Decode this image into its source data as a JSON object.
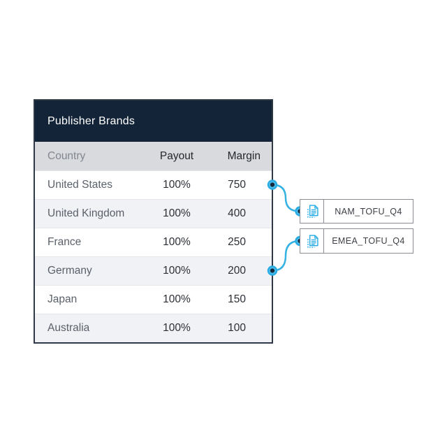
{
  "table": {
    "title": "Publisher Brands",
    "columns": [
      "Country",
      "Payout",
      "Margin"
    ],
    "rows": [
      {
        "country": "United States",
        "payout": "100%",
        "margin": "750"
      },
      {
        "country": "United Kingdom",
        "payout": "100%",
        "margin": "400"
      },
      {
        "country": "France",
        "payout": "100%",
        "margin": "250"
      },
      {
        "country": "Germany",
        "payout": "100%",
        "margin": "200"
      },
      {
        "country": "Japan",
        "payout": "100%",
        "margin": "150"
      },
      {
        "country": "Australia",
        "payout": "100%",
        "margin": "100"
      }
    ]
  },
  "tags": [
    {
      "label": "NAM_TOFU_Q4",
      "icon": "document-icon"
    },
    {
      "label": "EMEA_TOFU_Q4",
      "icon": "document-icon"
    }
  ],
  "connections": [
    {
      "from_row": "United States",
      "to_tag": "NAM_TOFU_Q4"
    },
    {
      "from_row": "Germany",
      "to_tag": "EMEA_TOFU_Q4"
    }
  ],
  "colors": {
    "title_bar_bg": "#132438",
    "title_text": "#ffffff",
    "column_header_bg": "#d8dade",
    "row_alt_bg": "#f1f2f5",
    "accent_cyan": "#29ace3",
    "connector_dot_center": "#13293e",
    "table_border": "#2e3945",
    "tag_border": "#888c92",
    "tag_text": "#3c4046"
  }
}
